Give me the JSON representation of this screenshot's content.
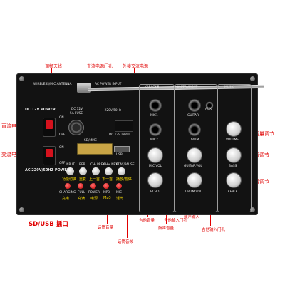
{
  "callouts": {
    "antenna": "调频天线",
    "dc_jack": "直流电源门孔",
    "ac_input": "外接交流电源",
    "dc_switch": "直流电源开关",
    "ac_switch": "交流电源开关",
    "sd_usb": "SD/USB 插口",
    "mic_vol": "话筒音量",
    "guitar_vol": "吉他音量",
    "drum_in": "鼓声输入",
    "guitar_jack": "吉他输入门孔",
    "echo": "话筒音效",
    "drum_vol": "鼓声音量",
    "guitar_in": "吉他输入门孔",
    "music_vol": "总音量调节",
    "bass": "低音调节",
    "treble": "高音调节"
  },
  "panel": {
    "antenna_label": "WIRELESS/MIC ANTENNA",
    "ac_power_input": "AC POWER INPUT",
    "ac_spec": "~220V/50Hz",
    "dc_power": "DC 12V POWER",
    "dc_fuse": "DC 12V",
    "fuse": "5A FUSE",
    "dc_input": "DC 12V INPUT",
    "on": "ON",
    "off": "OFF",
    "ac_power": "AC 220V/50HZ POWER",
    "sd_mmc": "SD/MMC",
    "usb": "USB",
    "btn_input": "INPUT",
    "btn_rep": "REP",
    "btn_prev": "CH- PREV",
    "btn_next": "CH+ NEXT",
    "btn_play": "PLAY/PAUSE",
    "led_charging": "CHARGING",
    "led_full": "FULL",
    "led_power": "POWER",
    "led_mp3": "MP3",
    "led_mic": "MIC",
    "section_karaoke": "KARAOKE",
    "section_instrument": "INSTRUMENT",
    "section_music": "MUSIC",
    "mic1": "MIC1",
    "mic2": "MIC2",
    "mic_vol": "MIC.VOL",
    "echo": "ECHO",
    "guitar": "GUITAR",
    "drum": "DRUM",
    "guitar_vol": "GUITAR.VOL",
    "drum_vol": "DRUM.VOL",
    "aux": "AUX",
    "volume": "VOLUME",
    "bass": "BASS",
    "treble": "TREBLE"
  },
  "yellow_labels": {
    "input_cn": "功能切换",
    "rep_cn": "重复",
    "prev_cn": "上一首",
    "next_cn": "下一首",
    "play_cn": "播放/暂停",
    "charging_cn": "充电",
    "full_cn": "充满",
    "power_cn": "电源",
    "mp3_cn": "Mp3",
    "mic_cn": "话筒"
  },
  "colors": {
    "annotation": "#e00000",
    "panel": "#121212",
    "yellow_text": "#f1d400"
  }
}
